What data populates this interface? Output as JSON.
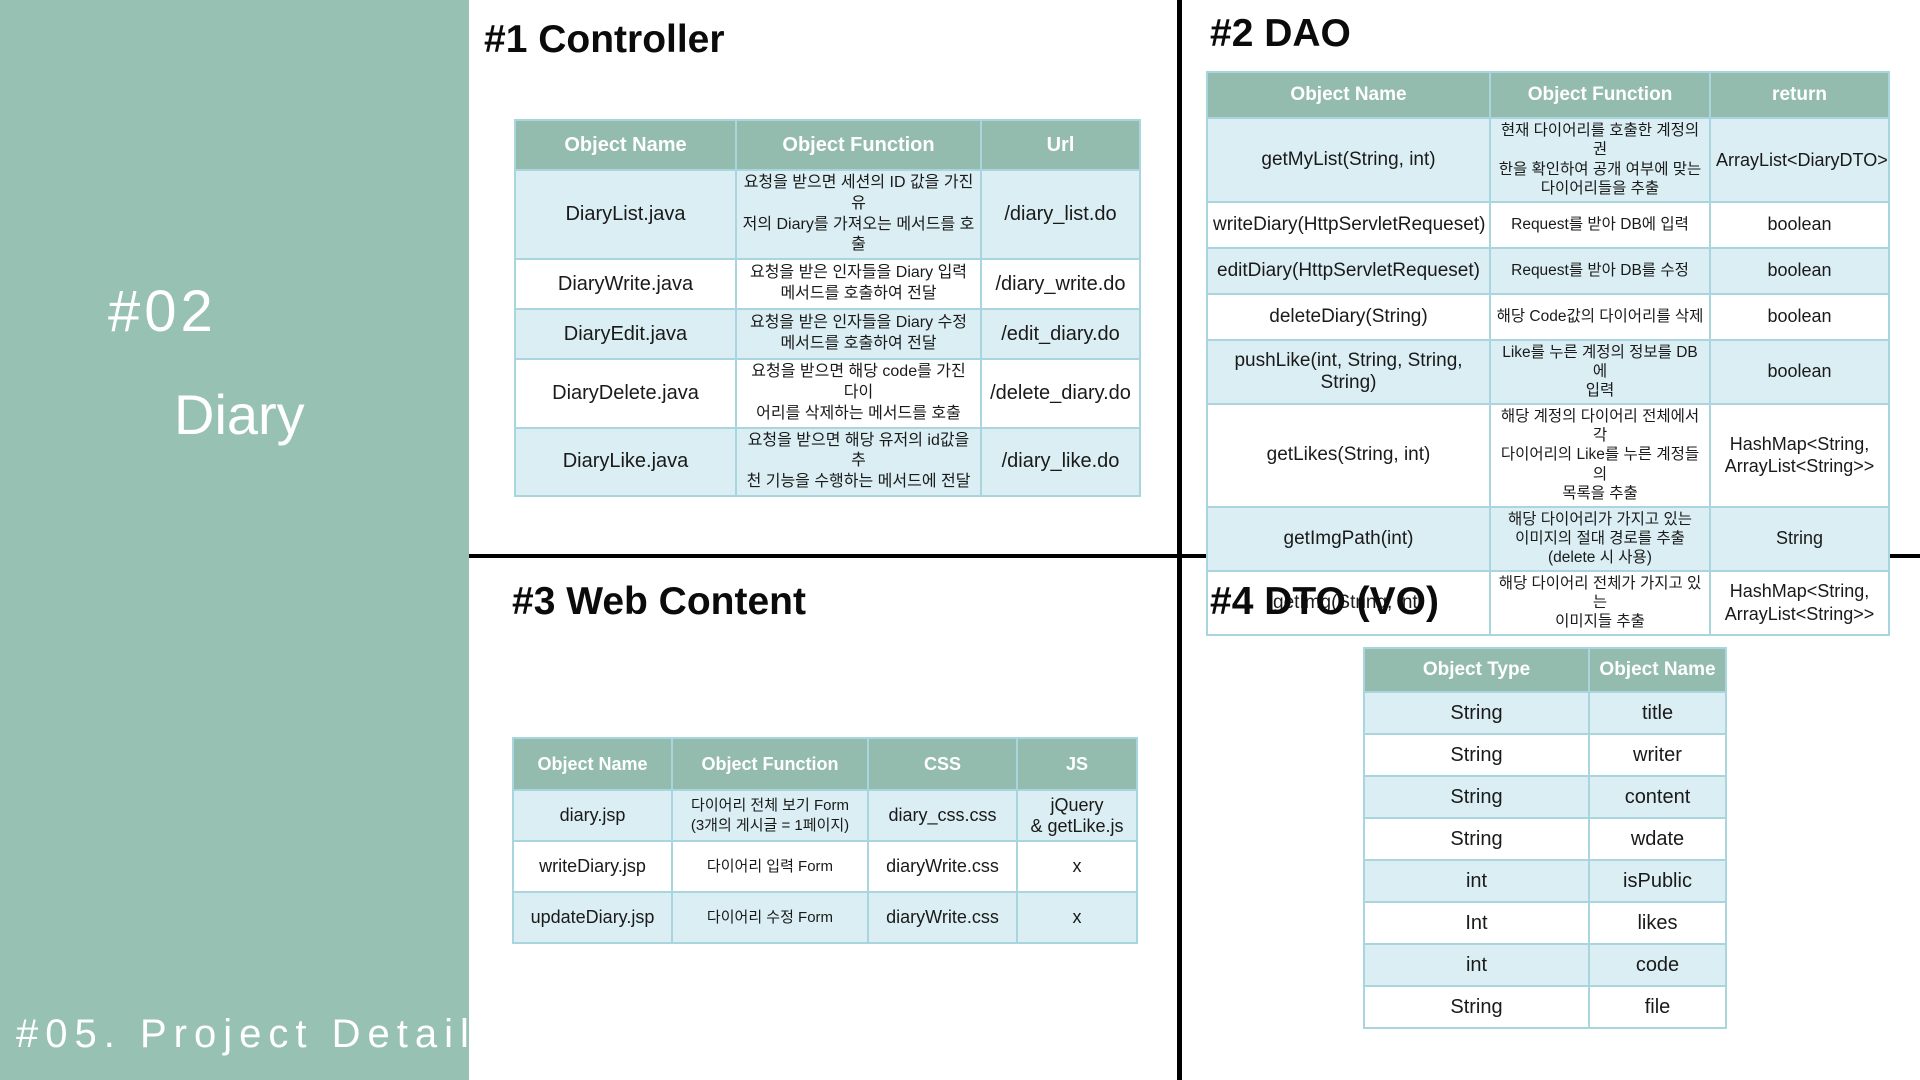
{
  "theme": {
    "sidebar_bg": "#97C1B2",
    "table_header_bg": "#93BCAE",
    "row_alt_bg": "#DAEEF3",
    "row_bg": "#FFFFFF",
    "border_color": "#A9D5DF",
    "divider_color": "#000000",
    "title_color": "#0B0B0B",
    "header_text_color": "#FFFFFF",
    "body_text_color": "#1A1A1A"
  },
  "sidebar": {
    "badge": "#02",
    "title": "Diary",
    "footer": "#05. Project Detail"
  },
  "panels": {
    "controller": {
      "title": "#1 Controller",
      "table": {
        "headers": [
          "Object Name",
          "Object Function",
          "Url"
        ],
        "rows": [
          [
            "DiaryList.java",
            "요청을 받으면 세션의 ID 값을 가진 유\n저의 Diary를 가져오는 메서드를 호출",
            "/diary_list.do"
          ],
          [
            "DiaryWrite.java",
            "요청을 받은 인자들을 Diary 입력\n메서드를 호출하여 전달",
            "/diary_write.do"
          ],
          [
            "DiaryEdit.java",
            "요청을 받은 인자들을 Diary 수정\n메서드를 호출하여 전달",
            "/edit_diary.do"
          ],
          [
            "DiaryDelete.java",
            "요청을 받으면 해당 code를 가진 다이\n어리를 삭제하는 메서드를 호출",
            "/delete_diary.do"
          ],
          [
            "DiaryLike.java",
            "요청을 받으면 해당 유저의 id값을 추\n천 기능을 수행하는 메서드에 전달",
            "/diary_like.do"
          ]
        ]
      }
    },
    "dao": {
      "title": "#2 DAO",
      "table": {
        "headers": [
          "Object Name",
          "Object Function",
          "return"
        ],
        "rows": [
          [
            "getMyList(String, int)",
            "현재 다이어리를 호출한 계정의 권\n한을 확인하여 공개 여부에 맞는\n다이어리들을 추출",
            "ArrayList<DiaryDTO>"
          ],
          [
            "writeDiary(HttpServletRequeset)",
            "Request를 받아 DB에 입력",
            "boolean"
          ],
          [
            "editDiary(HttpServletRequeset)",
            "Request를 받아 DB를 수정",
            "boolean"
          ],
          [
            "deleteDiary(String)",
            "해당 Code값의 다이어리를 삭제",
            "boolean"
          ],
          [
            "pushLike(int, String, String, String)",
            "Like를 누른 계정의 정보를 DB에\n입력",
            "boolean"
          ],
          [
            "getLikes(String, int)",
            "해당 계정의 다이어리 전체에서 각\n다이어리의 Like를 누른 계정들의\n목록을 추출",
            "HashMap<String,\nArrayList<String>>"
          ],
          [
            "getImgPath(int)",
            "해당 다이어리가 가지고 있는\n이미지의 절대 경로를 추출\n(delete 시 사용)",
            "String"
          ],
          [
            "getImg(String, int)",
            "해당 다이어리 전체가 가지고 있는\n이미지들 추출",
            "HashMap<String,\nArrayList<String>>"
          ]
        ]
      }
    },
    "web_content": {
      "title": "#3 Web Content",
      "table": {
        "headers": [
          "Object Name",
          "Object Function",
          "CSS",
          "JS"
        ],
        "rows": [
          [
            "diary.jsp",
            "다이어리 전체 보기 Form\n(3개의 게시글 = 1페이지)",
            "diary_css.css",
            "jQuery\n& getLike.js"
          ],
          [
            "writeDiary.jsp",
            "다이어리 입력 Form",
            "diaryWrite.css",
            "x"
          ],
          [
            "updateDiary.jsp",
            "다이어리 수정 Form",
            "diaryWrite.css",
            "x"
          ]
        ]
      }
    },
    "dto": {
      "title": "#4 DTO (VO)",
      "table": {
        "headers": [
          "Object Type",
          "Object Name"
        ],
        "rows": [
          [
            "String",
            "title"
          ],
          [
            "String",
            "writer"
          ],
          [
            "String",
            "content"
          ],
          [
            "String",
            "wdate"
          ],
          [
            "int",
            "isPublic"
          ],
          [
            "Int",
            "likes"
          ],
          [
            "int",
            "code"
          ],
          [
            "String",
            "file"
          ]
        ]
      }
    }
  }
}
